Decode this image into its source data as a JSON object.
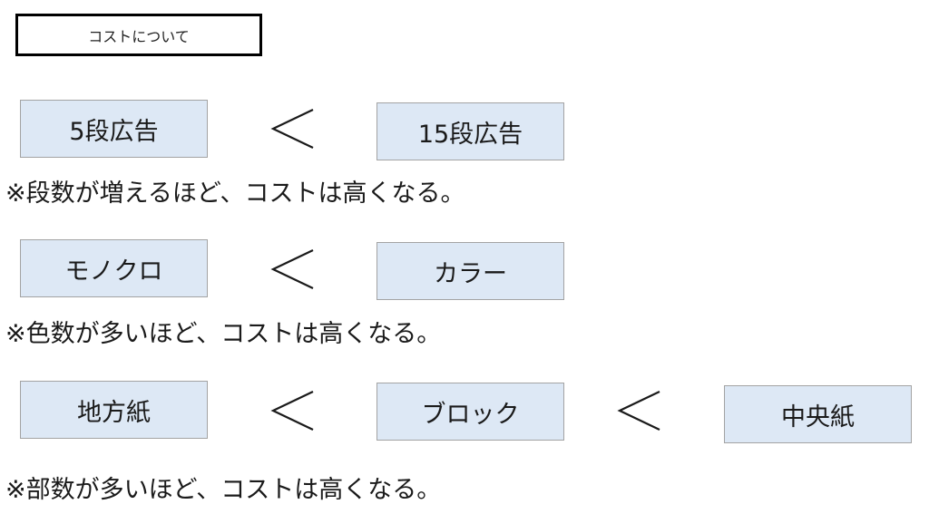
{
  "title": "コストについて",
  "rows": [
    {
      "items": [
        "5段広告",
        "15段広告"
      ],
      "note": "※段数が増えるほど、コストは高くなる。"
    },
    {
      "items": [
        "モノクロ",
        "カラー"
      ],
      "note": "※色数が多いほど、コストは高くなる。"
    },
    {
      "items": [
        "地方紙",
        "ブロック",
        "中央紙"
      ],
      "note": "※部数が多いほど、コストは高くなる。"
    }
  ],
  "colors": {
    "box_fill": "#dde8f5",
    "box_border": "#a3a3a3",
    "title_border": "#000000"
  },
  "icons": {
    "comparison": "less-than-icon"
  }
}
